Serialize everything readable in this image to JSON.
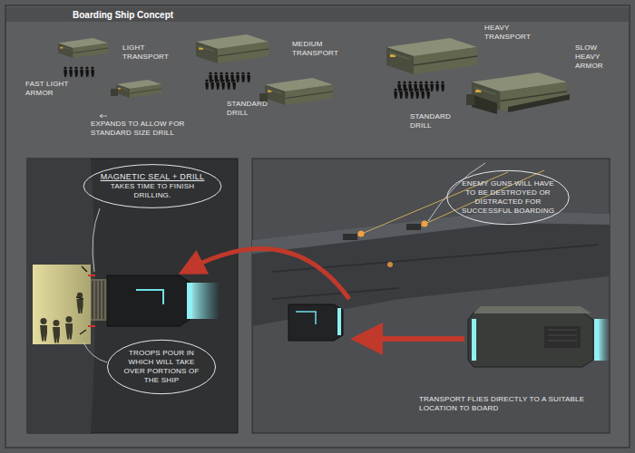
{
  "diagram": {
    "title": "Boarding Ship Concept",
    "nodes": [
      {
        "text": [
          "MAGNETIC SEAL + DRILL",
          "TAKES TIME TO FINISH DRILLING."
        ]
      },
      {
        "text": [
          "TROOPS POUR IN WHICH WILL TAKE OVER PORTIONS OF THE SHIP"
        ]
      },
      {
        "text": [
          "ENEMY GUNS WILL HAVE TO BE DESTROYED OR DISTRACTED FOR SUCCESSFUL BOARDING"
        ]
      }
    ],
    "labels": [
      "LIGHT TRANSPORT",
      "FAST LIGHT ARMOR",
      "EXPANDS TO ALLOW FOR STANDARD SIZE DRILL",
      "MEDIUM TRANSPORT",
      "STANDARD DRILL",
      "HEAVY TRANSPORT",
      "SLOW HEAVY ARMOR",
      "STANDARD DRILL",
      "TRANSPORT FLIES DIRECTLY TO A SUITABLE LOCATION TO BOARD"
    ]
  }
}
